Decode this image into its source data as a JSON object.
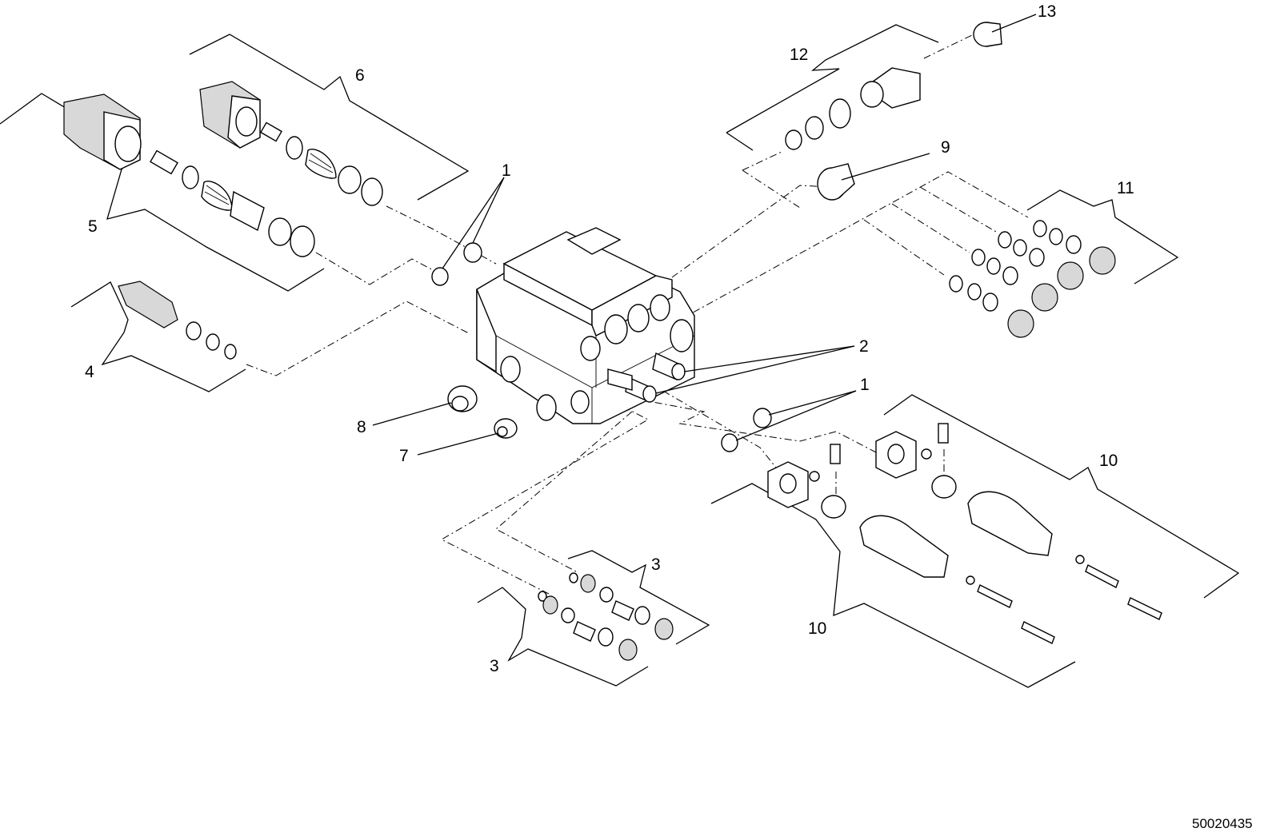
{
  "callouts": {
    "c1a": "1",
    "c1b": "1",
    "c2": "2",
    "c3a": "3",
    "c3b": "3",
    "c4": "4",
    "c5": "5",
    "c6": "6",
    "c7": "7",
    "c8": "8",
    "c9": "9",
    "c10a": "10",
    "c10b": "10",
    "c11": "11",
    "c12": "12",
    "c13": "13"
  },
  "drawing_number": "50020435"
}
